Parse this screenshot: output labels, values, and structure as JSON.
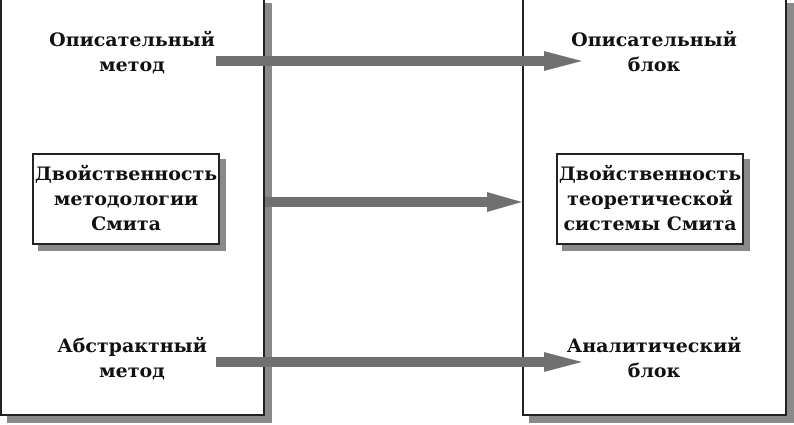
{
  "left_block": {
    "top_label": "Описательный\nметод",
    "middle_label": "Двойственность\nметодологии\nСмита",
    "bottom_label": "Абстрактный\nметод"
  },
  "right_block": {
    "top_label": "Описательный\nблок",
    "middle_label": "Двойственность\nтеоретической\nсистемы Смита",
    "bottom_label": "Аналитический\nблок"
  },
  "colors": {
    "arrow": "#707070",
    "border": "#222222",
    "shadow": "#8a8a8a"
  }
}
